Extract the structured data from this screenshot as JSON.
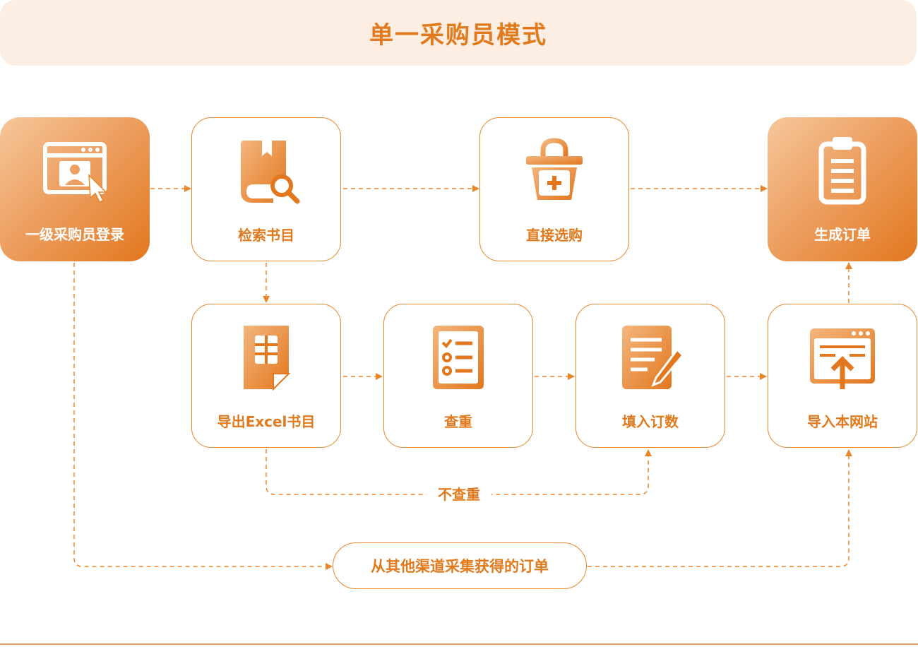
{
  "title": "单一采购员模式",
  "colors": {
    "accent": "#e07a1c",
    "banner_bg": "#fdeee3",
    "line": "#e8862c"
  },
  "nodes": {
    "login": {
      "label": "一级采购员登录",
      "icon": "browser-user-icon"
    },
    "search": {
      "label": "检索书目",
      "icon": "book-search-icon"
    },
    "direct": {
      "label": "直接选购",
      "icon": "shopping-basket-icon"
    },
    "order": {
      "label": "生成订单",
      "icon": "clipboard-icon"
    },
    "export": {
      "label": "导出Excel书目",
      "icon": "spreadsheet-file-icon"
    },
    "check": {
      "label": "查重",
      "icon": "checklist-icon"
    },
    "fill": {
      "label": "填入订数",
      "icon": "document-edit-icon"
    },
    "import": {
      "label": "导入本网站",
      "icon": "browser-upload-icon"
    }
  },
  "edges": {
    "skip_check": "不查重",
    "other_channels": "从其他渠道采集获得的订单"
  }
}
